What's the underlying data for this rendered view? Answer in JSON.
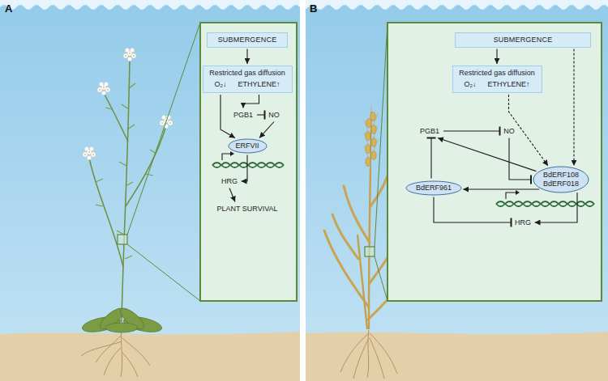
{
  "diagram": {
    "nodes": [
      {
        "text": [
          "SUBMERGENCE"
        ]
      },
      {
        "text": [
          "Restricted gas diffusion",
          "O₂↓",
          "ETHYLENE↑"
        ]
      },
      {
        "text": [
          "PGB1"
        ]
      },
      {
        "text": [
          "NO"
        ]
      },
      {
        "text": [
          "ERFVII"
        ]
      },
      {
        "text": [
          "HRG"
        ]
      },
      {
        "text": [
          "PLANT SURVIVAL"
        ]
      },
      {
        "text": [
          "SUBMERGENCE"
        ]
      },
      {
        "text": [
          "Restricted gas diffusion",
          "O₂↓",
          "ETHYLENE↑"
        ]
      },
      {
        "text": [
          "PGB1"
        ]
      },
      {
        "text": [
          "NO"
        ]
      },
      {
        "text": [
          "BdERF961"
        ]
      },
      {
        "text": [
          "BdERF108 BdERF018"
        ]
      },
      {
        "text": [
          "HRG"
        ]
      }
    ],
    "edges": [
      {
        "from": 0,
        "to": 1,
        "arrow": "to"
      },
      {
        "from": 1,
        "to": 4,
        "arrow": "to"
      },
      {
        "from": 1,
        "to": 2,
        "arrow": "to"
      },
      {
        "from": 2,
        "to": 3,
        "arrow": "to"
      },
      {
        "from": 3,
        "to": 4,
        "arrow": "to"
      },
      {
        "from": 4,
        "to": 5,
        "arrow": "to"
      },
      {
        "from": 5,
        "to": 6,
        "arrow": "to"
      },
      {
        "from": 7,
        "to": 8,
        "arrow": "to"
      },
      {
        "from": 7,
        "to": 12,
        "arrow": "to"
      },
      {
        "from": 8,
        "to": 12,
        "arrow": "to"
      },
      {
        "from": 9,
        "to": 10,
        "arrow": "to"
      },
      {
        "from": 10,
        "to": 12,
        "arrow": "to"
      },
      {
        "from": 12,
        "to": 9,
        "arrow": "to"
      },
      {
        "from": 12,
        "to": 11,
        "arrow": "to"
      },
      {
        "from": 11,
        "to": 9,
        "arrow": "to"
      },
      {
        "from": 11,
        "to": 13,
        "arrow": "to"
      },
      {
        "from": 12,
        "to": 13,
        "arrow": "to"
      }
    ],
    "labels": [
      "A",
      "B"
    ]
  }
}
